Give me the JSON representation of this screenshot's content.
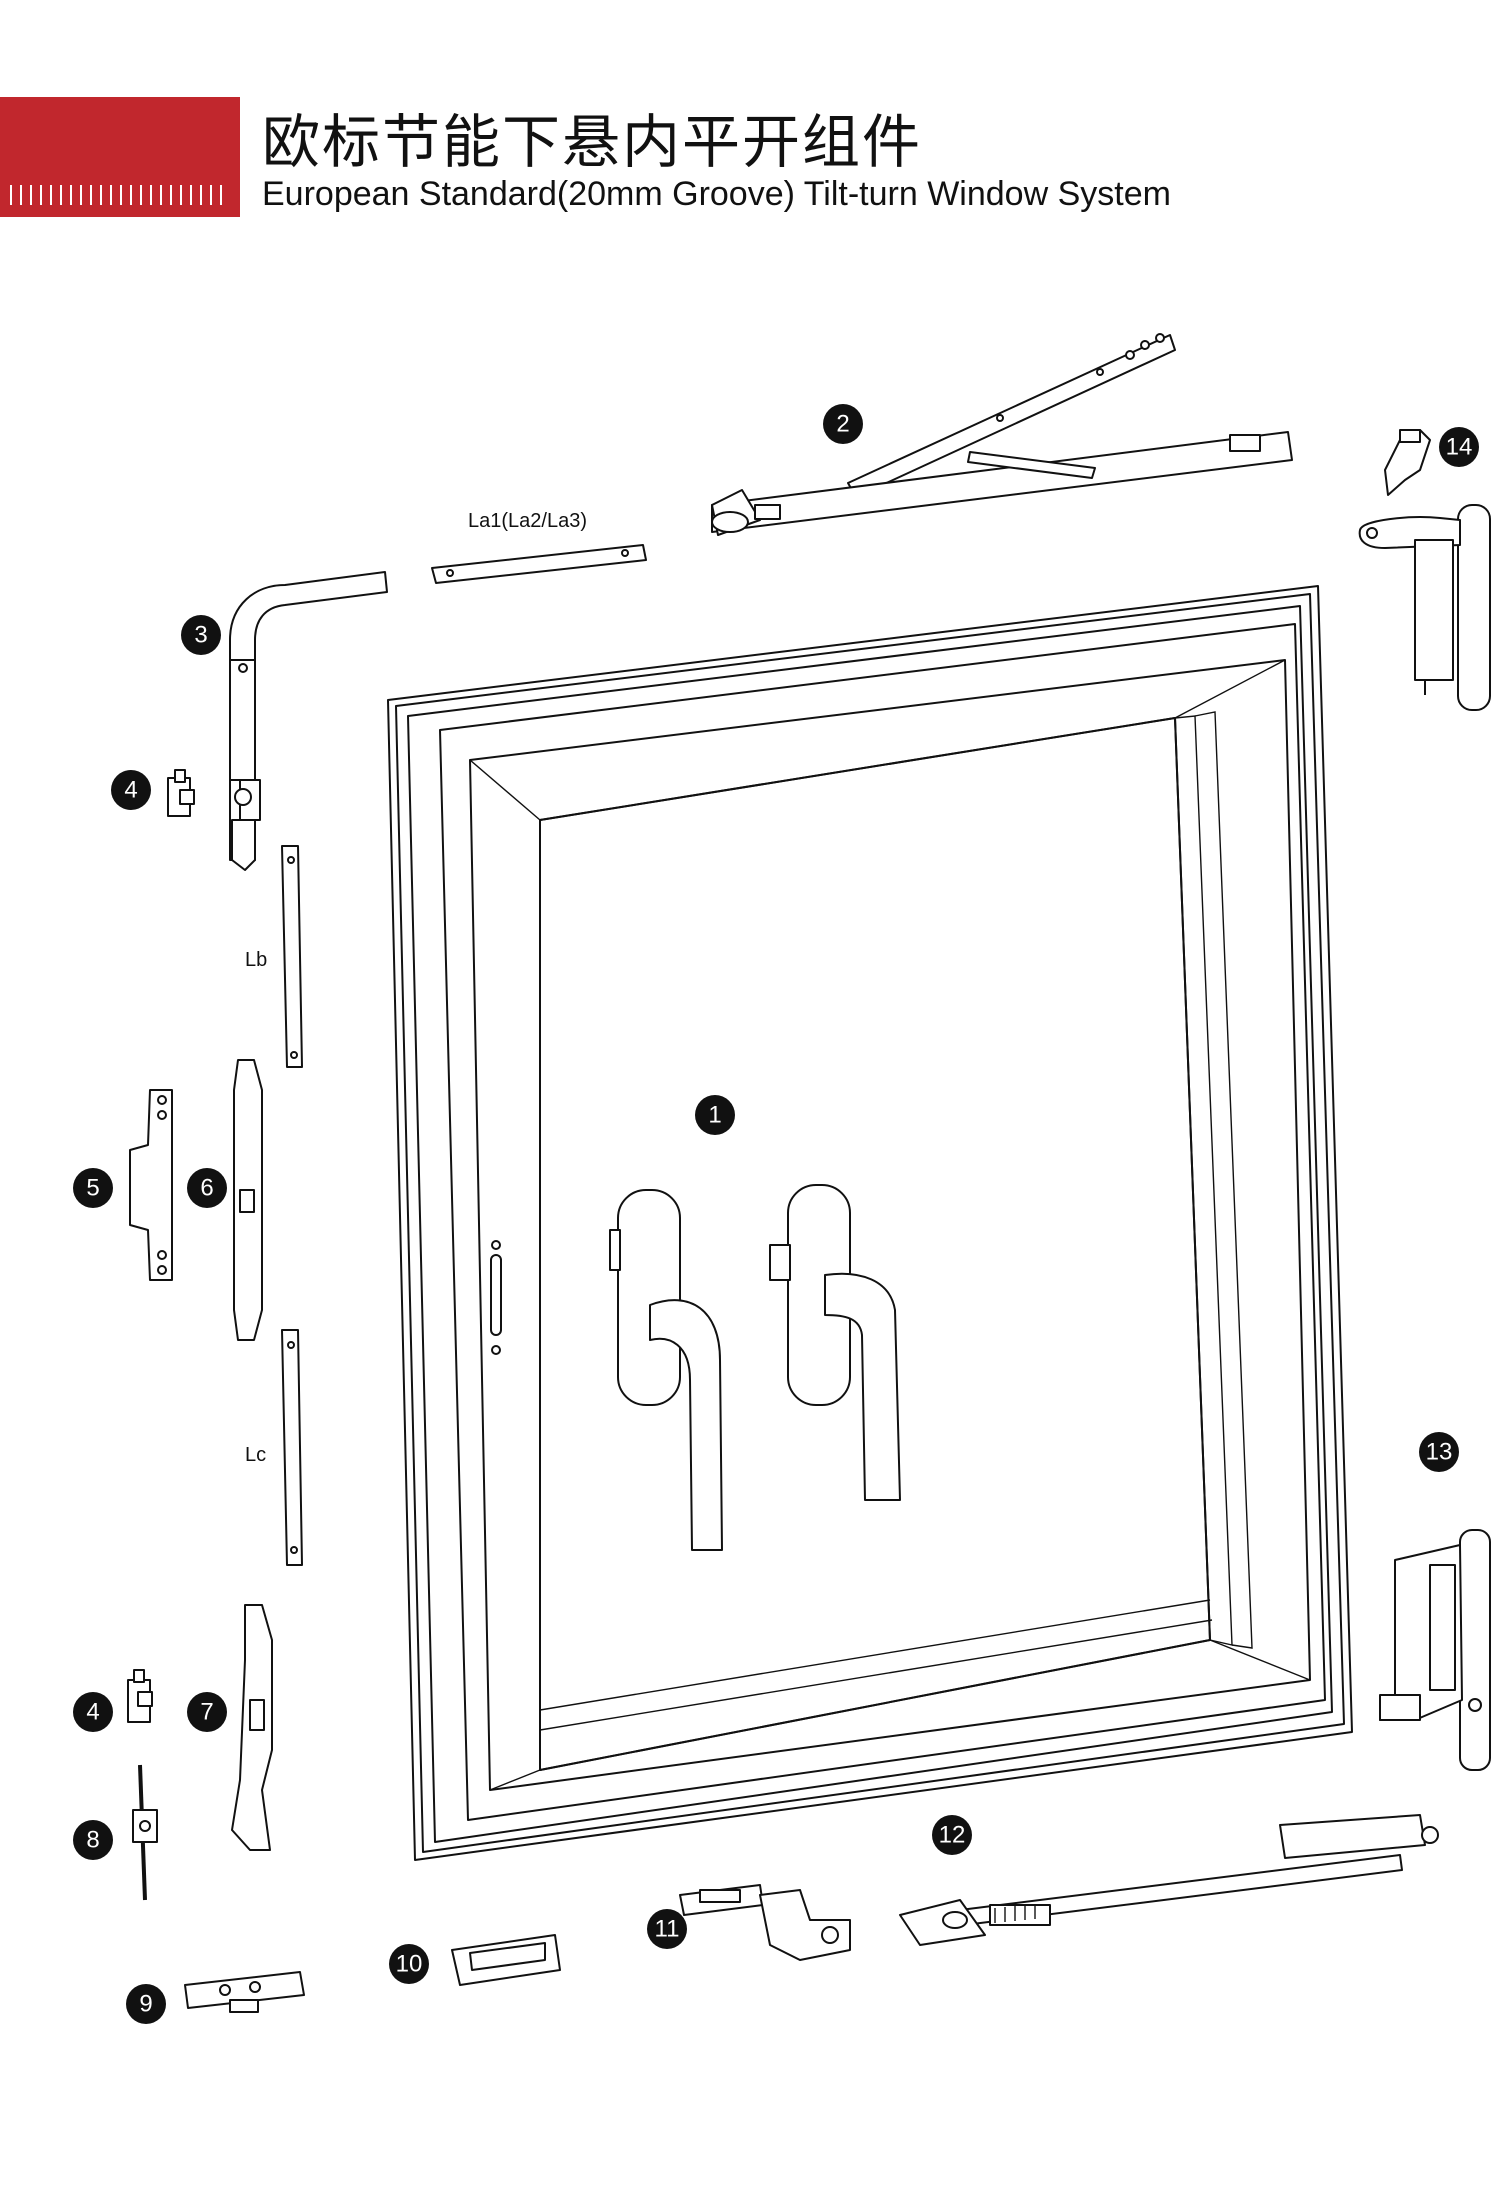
{
  "header": {
    "title_cn": "欧标节能下悬内平开组件",
    "title_en": "European Standard(20mm Groove) Tilt-turn Window System",
    "accent_color": "#c1272d"
  },
  "labels": {
    "la": "La1(La2/La3)",
    "lb": "Lb",
    "lc": "Lc"
  },
  "callouts": [
    "1",
    "2",
    "3",
    "4",
    "5",
    "6",
    "7",
    "8",
    "9",
    "10",
    "11",
    "12",
    "13",
    "14"
  ],
  "callout_second_4": "4"
}
